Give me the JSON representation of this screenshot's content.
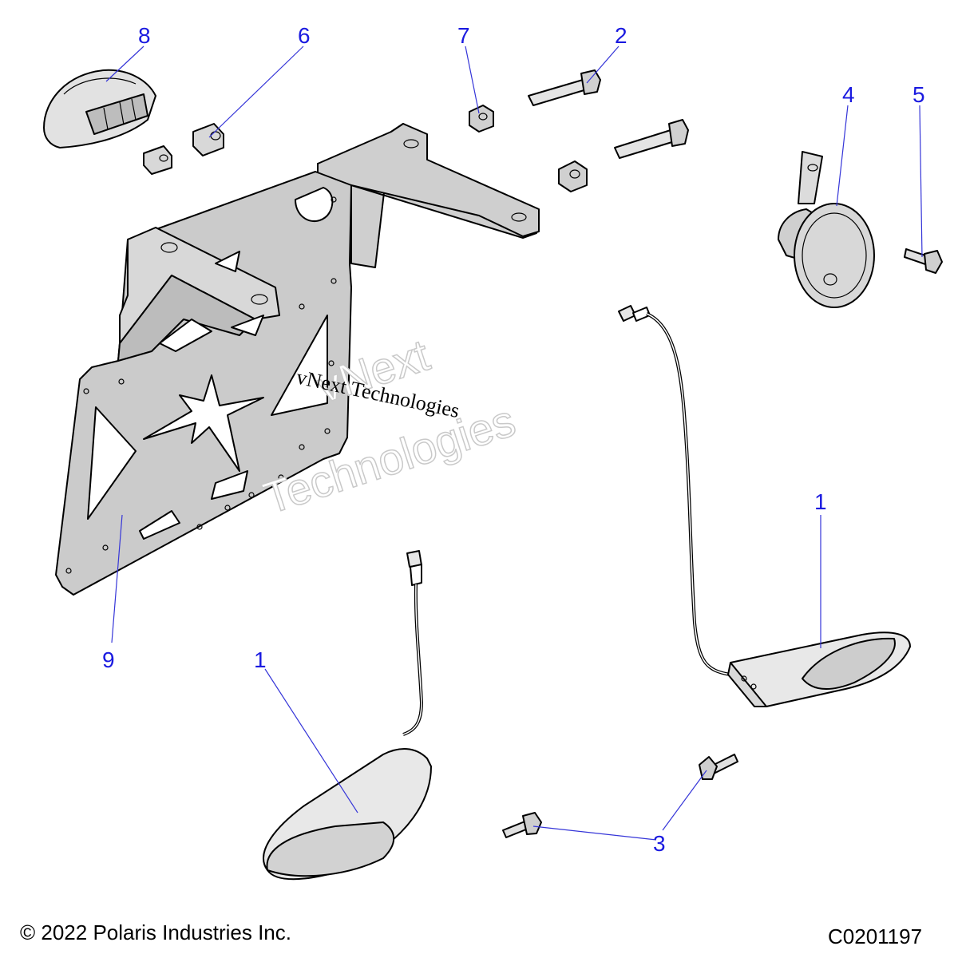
{
  "callouts": {
    "c8": "8",
    "c6": "6",
    "c7": "7",
    "c2": "2",
    "c4": "4",
    "c5": "5",
    "c1_right": "1",
    "c9": "9",
    "c1_left": "1",
    "c3": "3"
  },
  "watermark": {
    "text_dark": "vNext Technologies",
    "text_light_line1": "vNext",
    "text_light_line2": "Technologies"
  },
  "footer": {
    "copyright": "© 2022 Polaris Industries Inc.",
    "diagram_code": "C0201197"
  },
  "colors": {
    "callout": "#1a1ae0",
    "part_fill": "#d6d6d6",
    "part_fill_light": "#ececec"
  }
}
